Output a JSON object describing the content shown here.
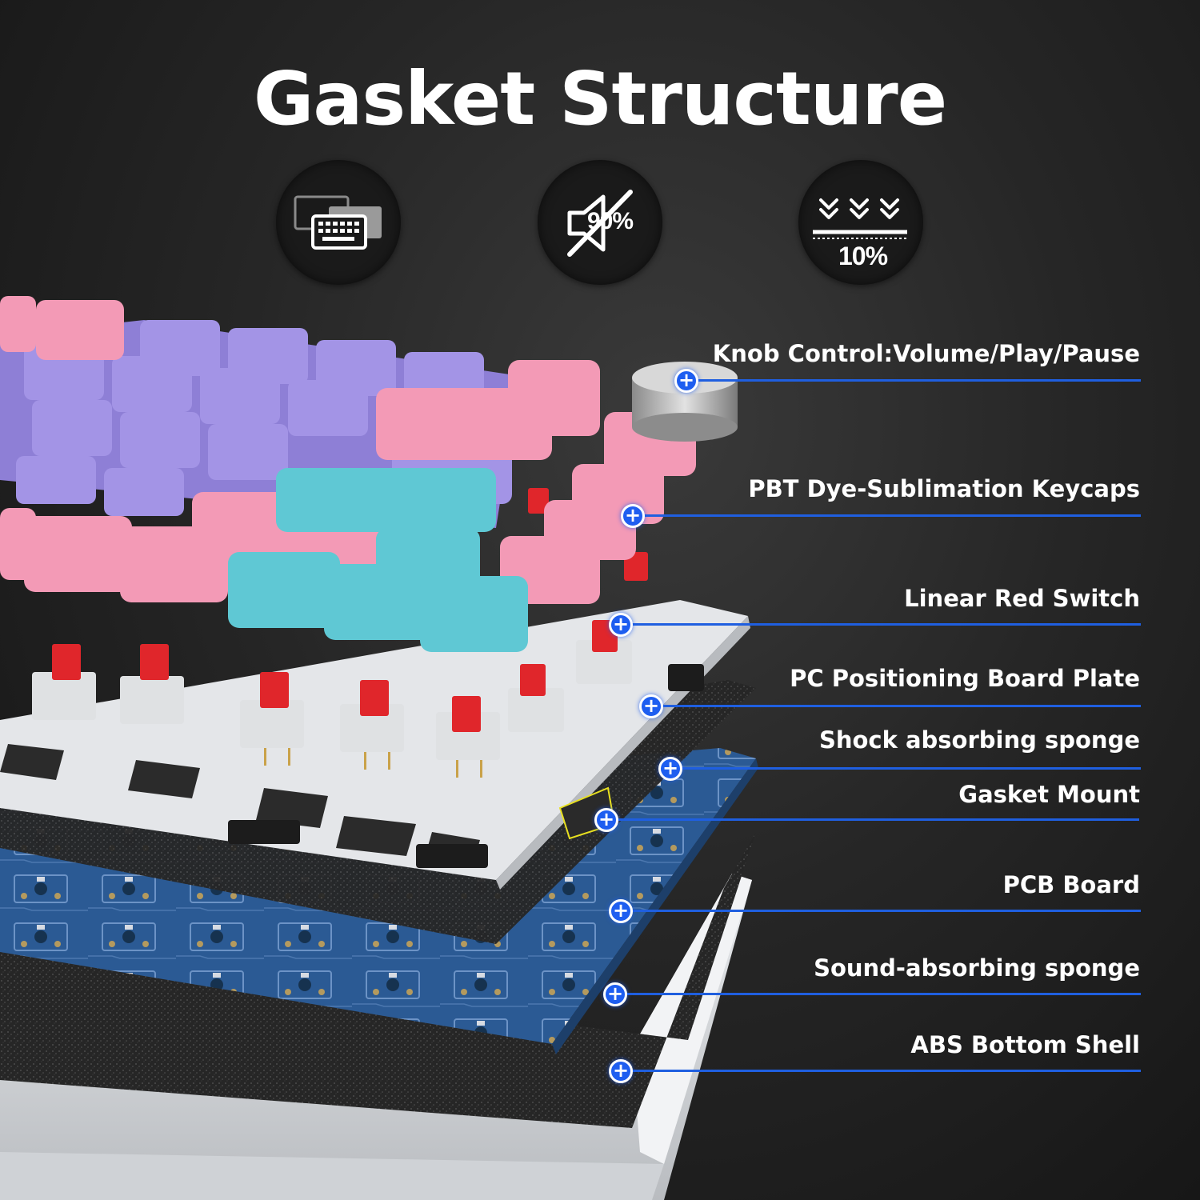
{
  "title": "Gasket Structure",
  "badges": [
    {
      "icon": "keyboard-layers-icon",
      "text": ""
    },
    {
      "icon": "muted-speaker-icon",
      "text": "90%"
    },
    {
      "icon": "compression-arrows-icon",
      "text": "10%"
    }
  ],
  "callouts": [
    {
      "label": "Knob Control:Volume/Play/Pause"
    },
    {
      "label": "PBT Dye-Sublimation Keycaps"
    },
    {
      "label": "Linear Red Switch"
    },
    {
      "label": "PC Positioning Board Plate"
    },
    {
      "label": "Shock absorbing sponge"
    },
    {
      "label": "Gasket Mount"
    },
    {
      "label": "PCB Board"
    },
    {
      "label": "Sound-absorbing sponge"
    },
    {
      "label": "ABS Bottom Shell"
    }
  ],
  "colors": {
    "accent_blue": "#1f5fe0",
    "keycap_pink": "#f39ab6",
    "keycap_purple": "#8e7fd6",
    "keycap_cyan": "#5fc8d4",
    "switch_red": "#e0262b",
    "pcb_blue": "#2c5e9a",
    "plate_white": "#e6e8ea",
    "sponge_black": "#2a2a2a"
  }
}
